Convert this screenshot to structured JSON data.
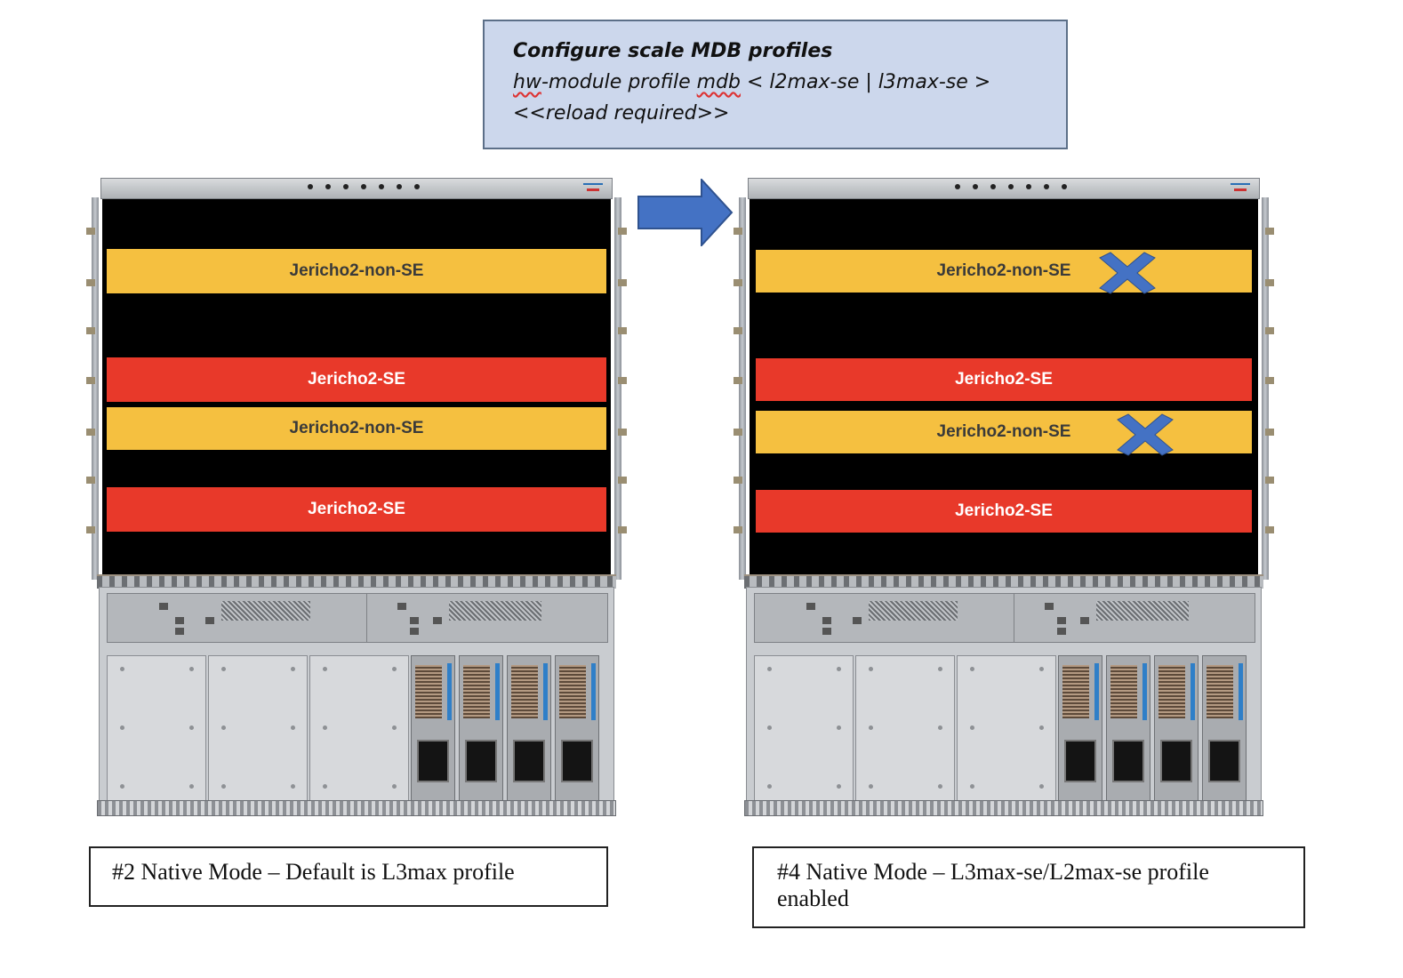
{
  "config": {
    "line1": "Configure scale MDB profiles",
    "line2_pre": "hw",
    "line2_mid": "-module profile ",
    "line2_mdb": "mdb",
    "line2_post": " < l2max-se | l3max-se >",
    "line3": "<<reload required>>"
  },
  "left_chassis": {
    "cards": [
      {
        "label": "Jericho2-non-SE",
        "kind": "non-SE"
      },
      {
        "label": "Jericho2-SE",
        "kind": "SE"
      },
      {
        "label": "Jericho2-non-SE",
        "kind": "non-SE"
      },
      {
        "label": "Jericho2-SE",
        "kind": "SE"
      }
    ]
  },
  "right_chassis": {
    "cards": [
      {
        "label": "Jericho2-non-SE",
        "kind": "non-SE",
        "disabled": true
      },
      {
        "label": "Jericho2-SE",
        "kind": "SE"
      },
      {
        "label": "Jericho2-non-SE",
        "kind": "non-SE",
        "disabled": true
      },
      {
        "label": "Jericho2-SE",
        "kind": "SE"
      }
    ]
  },
  "captions": {
    "left": "#2 Native Mode – Default is L3max profile",
    "right_line1": "#4 Native Mode – L3max-se/L2max-se profile",
    "right_line2": "enabled"
  },
  "colors": {
    "se": "#e8392a",
    "non_se": "#f5c040",
    "arrow": "#4472c4",
    "x_mark": "#4472c4"
  }
}
